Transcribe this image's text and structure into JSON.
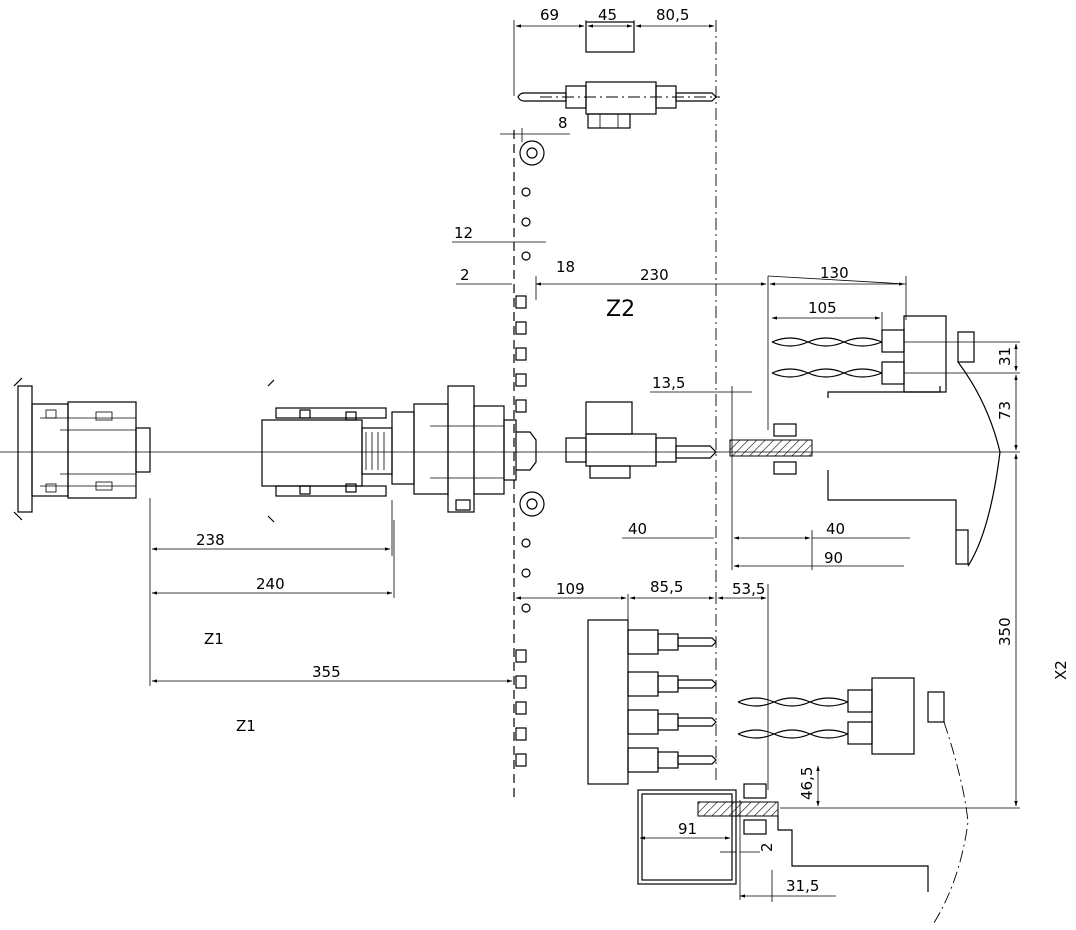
{
  "labels": {
    "z2": "Z2",
    "z1_upper": "Z1",
    "z1_lower": "Z1",
    "x2": "X2"
  },
  "dimensions": {
    "top_69": "69",
    "top_45": "45",
    "top_80_5": "80,5",
    "d8": "8",
    "d12": "12",
    "d2_left": "2",
    "d18": "18",
    "d230": "230",
    "d130": "130",
    "d105": "105",
    "d31": "31",
    "d73": "73",
    "d13_5": "13,5",
    "d40_left": "40",
    "d40_right": "40",
    "d90": "90",
    "d238": "238",
    "d240": "240",
    "d355": "355",
    "d109": "109",
    "d85_5": "85,5",
    "d53_5": "53,5",
    "d350": "350",
    "d46_5": "46,5",
    "d91": "91",
    "d2_bottom": "2",
    "d31_5": "31,5"
  }
}
